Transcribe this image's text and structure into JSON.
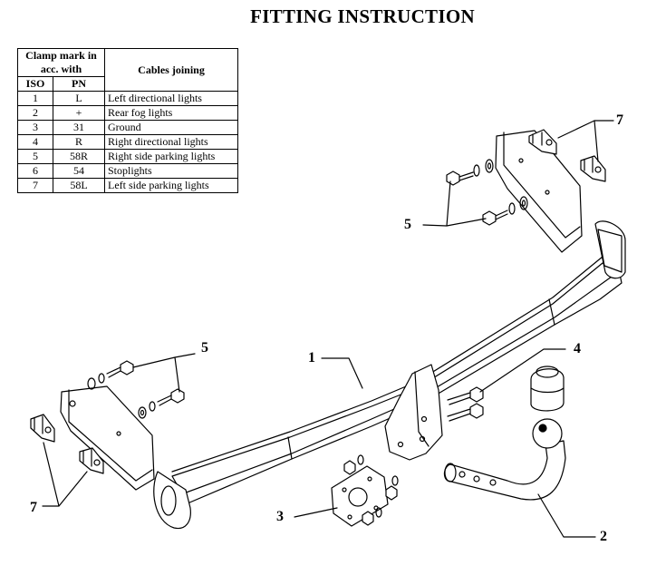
{
  "title": "FITTING INSTRUCTION",
  "table": {
    "header_clamp": "Clamp mark in acc. with",
    "header_iso": "ISO",
    "header_pn": "PN",
    "header_cables": "Cables joining",
    "rows": [
      {
        "iso": "1",
        "pn": "L",
        "desc": "Left directional lights"
      },
      {
        "iso": "2",
        "pn": "+",
        "desc": "Rear fog lights"
      },
      {
        "iso": "3",
        "pn": "31",
        "desc": "Ground"
      },
      {
        "iso": "4",
        "pn": "R",
        "desc": "Right directional lights"
      },
      {
        "iso": "5",
        "pn": "58R",
        "desc": "Right side parking lights"
      },
      {
        "iso": "6",
        "pn": "54",
        "desc": "Stoplights"
      },
      {
        "iso": "7",
        "pn": "58L",
        "desc": "Left side parking lights"
      }
    ]
  },
  "callouts": {
    "main_bar": "1",
    "ball_neck": "2",
    "socket_plate": "3",
    "ball_bolts": "4",
    "bolts_right": "5",
    "bolts_left": "5",
    "clamps_right": "7",
    "clamps_left": "7"
  }
}
